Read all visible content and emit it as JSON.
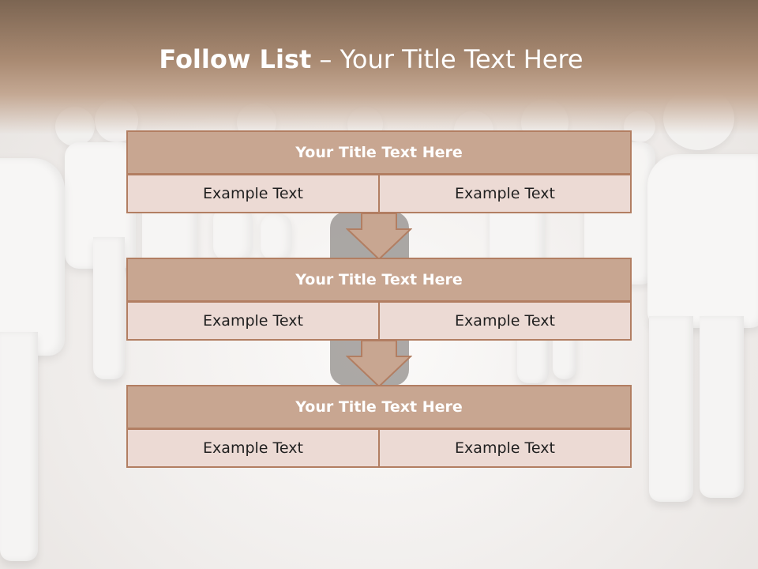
{
  "header": {
    "title_bold": "Follow List",
    "title_rest": " – Your Title Text Here"
  },
  "blocks": [
    {
      "title": "Your Title Text Here",
      "cells": [
        "Example Text",
        "Example Text"
      ]
    },
    {
      "title": "Your Title Text Here",
      "cells": [
        "Example Text",
        "Example Text"
      ]
    },
    {
      "title": "Your Title Text Here",
      "cells": [
        "Example Text",
        "Example Text"
      ]
    }
  ],
  "colors": {
    "title_fill": "#c8a691",
    "cell_fill": "#ecdad4",
    "border": "#b27e62",
    "header_band": "#a98a72"
  },
  "icons": [
    "down-arrow-icon",
    "down-arrow-icon"
  ]
}
